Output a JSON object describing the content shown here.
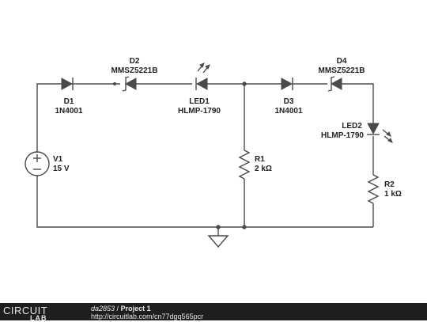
{
  "components": {
    "d1": {
      "name": "D1",
      "part": "1N4001"
    },
    "d2": {
      "name": "D2",
      "part": "MMSZ5221B"
    },
    "led1": {
      "name": "LED1",
      "part": "HLMP-1790"
    },
    "d3": {
      "name": "D3",
      "part": "1N4001"
    },
    "d4": {
      "name": "D4",
      "part": "MMSZ5221B"
    },
    "led2": {
      "name": "LED2",
      "part": "HLMP-1790"
    },
    "v1": {
      "name": "V1",
      "value": "15 V"
    },
    "r1": {
      "name": "R1",
      "value": "2 kΩ"
    },
    "r2": {
      "name": "R2",
      "value": "1 kΩ"
    }
  },
  "footer": {
    "logo_top": "CIRCUIT",
    "logo_bottom": "LAB",
    "user": "da2853",
    "separator": " / ",
    "project": "Project 1",
    "url": "http://circuitlab.com/cn77dgq565pcr"
  }
}
